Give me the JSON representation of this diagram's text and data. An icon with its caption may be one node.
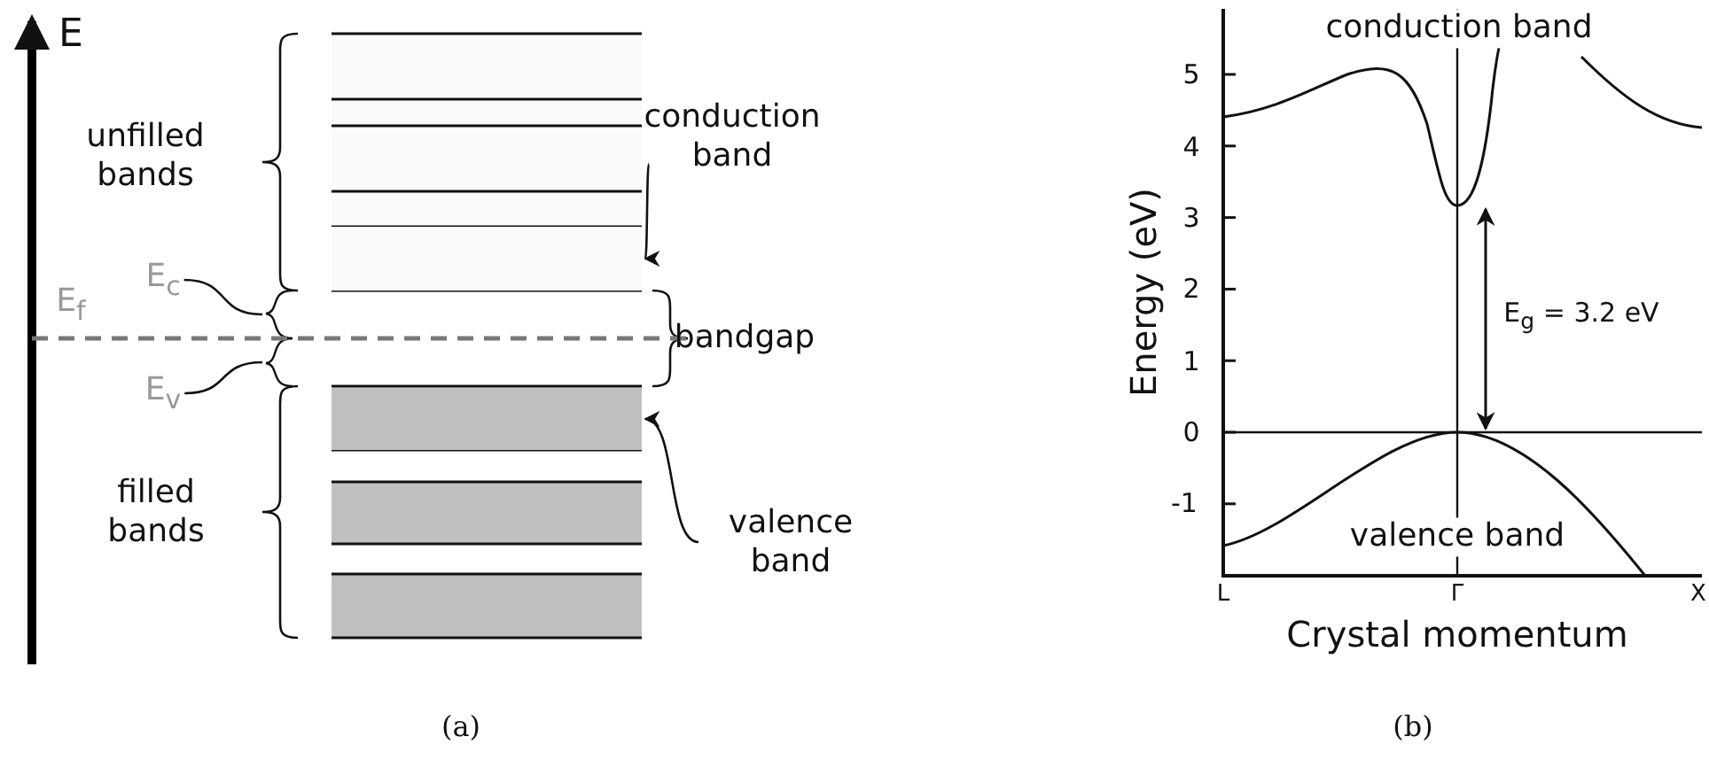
{
  "diagram": {
    "nodes": [
      {
        "text": [
          "conduction band"
        ]
      },
      {
        "text": [],
        "shape": "bar"
      },
      {
        "text": [
          "E$_{c}$"
        ]
      },
      {
        "text": [
          "E$_{v}$"
        ]
      },
      {
        "text": [
          "valence band"
        ]
      },
      {
        "text": [],
        "shape": "bar"
      },
      {
        "text": [],
        "shape": "bracket"
      },
      {
        "text": [],
        "shape": "bracket"
      }
    ],
    "edges": [
      {
        "from": 0,
        "to": 1,
        "arrow": "to"
      },
      {
        "from": 2,
        "to": 6,
        "arrow": "none"
      },
      {
        "from": 3,
        "to": 7,
        "arrow": "none"
      },
      {
        "from": 4,
        "to": 5,
        "arrow": "to"
      }
    ],
    "labels": [
      "E",
      "unfilled bands",
      "E$_{f}$",
      "bandgap",
      "filled bands",
      "(a)",
      "conduction band",
      "5",
      "4",
      "3",
      "2",
      "1",
      "0",
      "-1",
      "Energy (eV)",
      "E$_{g}$ = 3.2 eV",
      "valence band",
      "L",
      "Γ",
      "X",
      "Crystal momentum",
      "(b)"
    ]
  }
}
